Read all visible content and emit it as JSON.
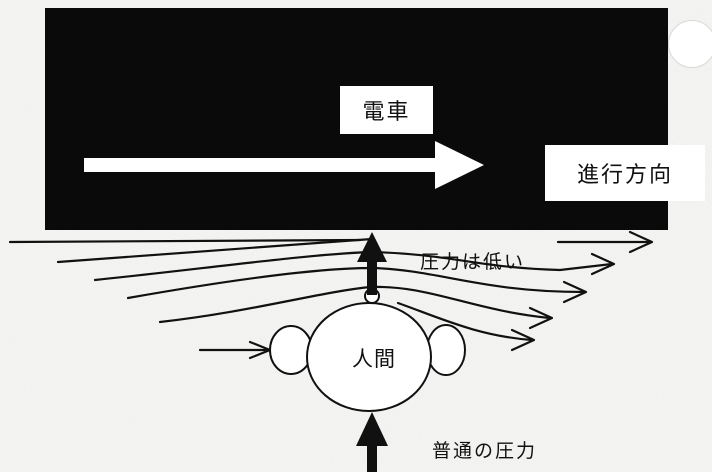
{
  "labels": {
    "train": "電車",
    "direction": "進行方向",
    "low_pressure": "圧力は低い",
    "human": "人間",
    "normal_pressure": "普通の圧力"
  },
  "colors": {
    "train_body": "#0a0a0a",
    "background": "#f7f7f5",
    "lines": "#111111",
    "label_box": "#ffffff"
  }
}
